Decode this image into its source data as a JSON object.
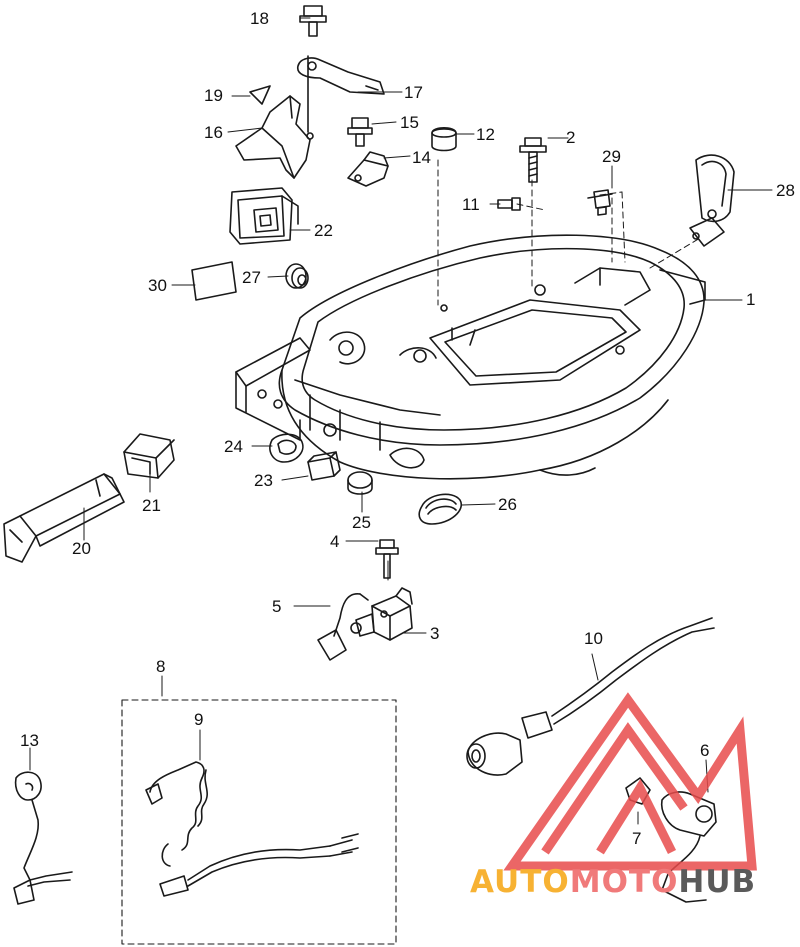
{
  "callouts": {
    "p1": "1",
    "p2": "2",
    "p3": "3",
    "p4": "4",
    "p5": "5",
    "p6": "6",
    "p7": "7",
    "p8": "8",
    "p9": "9",
    "p10": "10",
    "p11": "11",
    "p12": "12",
    "p13": "13",
    "p14": "14",
    "p15": "15",
    "p16": "16",
    "p17": "17",
    "p18": "18",
    "p19": "19",
    "p20": "20",
    "p21": "21",
    "p22": "22",
    "p23": "23",
    "p24": "24",
    "p25": "25",
    "p26": "26",
    "p27": "27",
    "p28": "28",
    "p29": "29",
    "p30": "30"
  },
  "watermark": {
    "part1": "AUTO",
    "part2": "MOTO",
    "part3": "HUB"
  },
  "colors": {
    "line": "#1a1a1a",
    "watermark_red": "#e84c4c",
    "watermark_yellow": "#f7b233",
    "watermark_gray": "#5a5a5a"
  }
}
